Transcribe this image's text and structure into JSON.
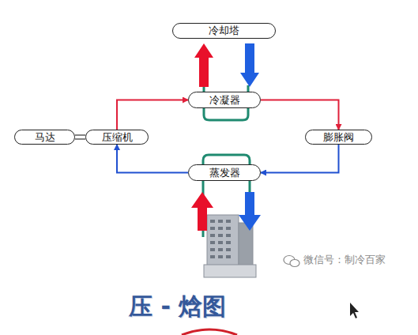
{
  "diagram": {
    "nodes": [
      {
        "text": [
          "冷却塔"
        ]
      },
      {
        "text": [
          "冷凝器"
        ]
      },
      {
        "text": [
          "马达"
        ]
      },
      {
        "text": [
          "压缩机"
        ]
      },
      {
        "text": [
          "膨胀阀"
        ]
      },
      {
        "text": [
          "蒸发器"
        ]
      }
    ],
    "edges": [
      {
        "from": 3,
        "to": 1,
        "arrow": "to"
      },
      {
        "from": 1,
        "to": 4,
        "arrow": "to"
      },
      {
        "from": 4,
        "to": 5,
        "arrow": "to"
      },
      {
        "from": 5,
        "to": 3,
        "arrow": "to"
      },
      {
        "from": 2,
        "to": 3,
        "arrow": "none"
      },
      {
        "from": 1,
        "to": 0,
        "arrow": "to"
      },
      {
        "from": 0,
        "to": 1,
        "arrow": "to"
      }
    ],
    "labels": [
      "微信号：制冷百家",
      "压 - 焓图"
    ]
  }
}
